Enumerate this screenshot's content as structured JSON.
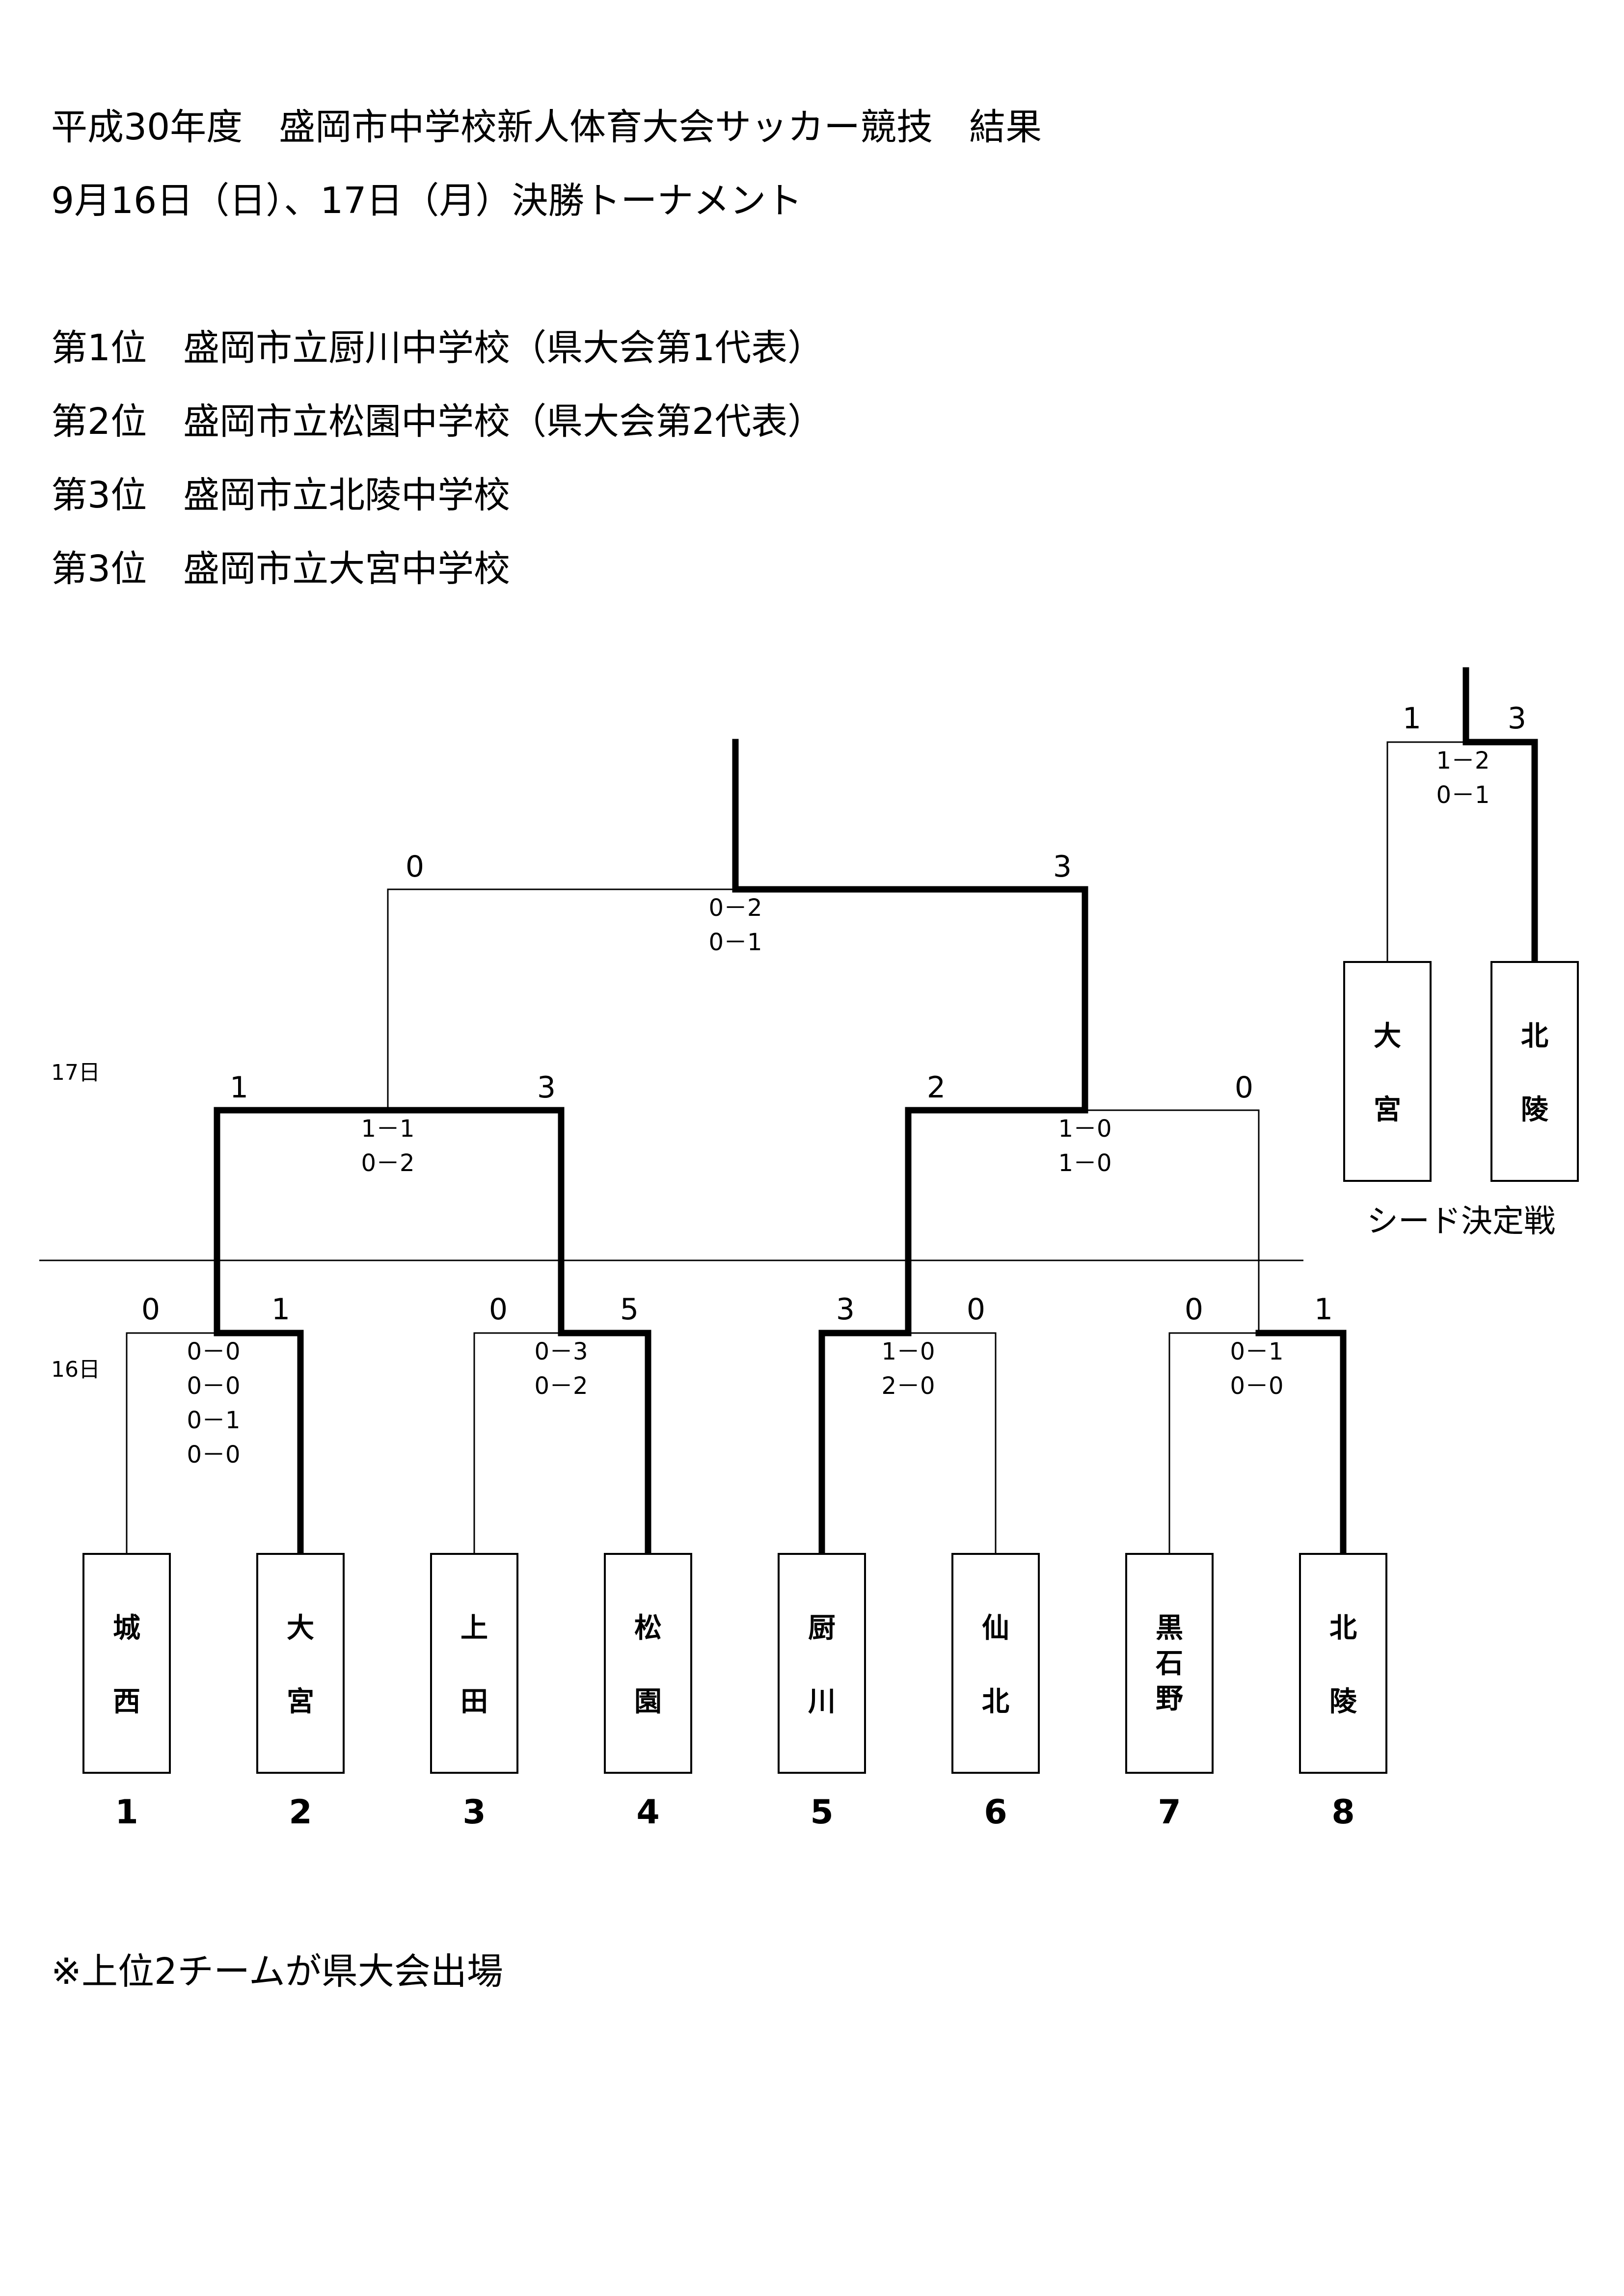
{
  "title": "平成30年度　盛岡市中学校新人体育大会サッカー競技　結果",
  "subtitle": "9月16日（日）、17日（月）決勝トーナメント",
  "rankings": [
    "第1位　盛岡市立厨川中学校（県大会第1代表）",
    "第2位　盛岡市立松園中学校（県大会第2代表）",
    "第3位　盛岡市立北陵中学校",
    "第3位　盛岡市立大宮中学校"
  ],
  "day_labels": {
    "day17": "17日",
    "day16": "16日"
  },
  "teams": [
    {
      "num": "1",
      "chars": [
        "城",
        "西"
      ]
    },
    {
      "num": "2",
      "chars": [
        "大",
        "宮"
      ]
    },
    {
      "num": "3",
      "chars": [
        "上",
        "田"
      ]
    },
    {
      "num": "4",
      "chars": [
        "松",
        "園"
      ]
    },
    {
      "num": "5",
      "chars": [
        "厨",
        "川"
      ]
    },
    {
      "num": "6",
      "chars": [
        "仙",
        "北"
      ]
    },
    {
      "num": "7",
      "chars": [
        "黒",
        "石",
        "野"
      ]
    },
    {
      "num": "8",
      "chars": [
        "北",
        "陵"
      ]
    }
  ],
  "round1": [
    {
      "scores": [
        "0",
        "1"
      ],
      "halves": [
        "0－0",
        "0－0",
        "0－1",
        "0－0"
      ]
    },
    {
      "scores": [
        "0",
        "5"
      ],
      "halves": [
        "0－3",
        "0－2"
      ]
    },
    {
      "scores": [
        "3",
        "0"
      ],
      "halves": [
        "1－0",
        "2－0"
      ]
    },
    {
      "scores": [
        "0",
        "1"
      ],
      "halves": [
        "0－1",
        "0－0"
      ]
    }
  ],
  "semifinals": [
    {
      "scores": [
        "1",
        "3"
      ],
      "halves": [
        "1－1",
        "0－2"
      ]
    },
    {
      "scores": [
        "2",
        "0"
      ],
      "halves": [
        "1－0",
        "1－0"
      ]
    }
  ],
  "final": {
    "scores": [
      "0",
      "3"
    ],
    "halves": [
      "0－2",
      "0－1"
    ]
  },
  "seed_match": {
    "teams": [
      {
        "chars": [
          "大",
          "宮"
        ]
      },
      {
        "chars": [
          "北",
          "陵"
        ]
      }
    ],
    "scores": [
      "1",
      "3"
    ],
    "halves": [
      "1－2",
      "0－1"
    ],
    "caption": "シード決定戦"
  },
  "footnote": "※上位2チームが県大会出場"
}
